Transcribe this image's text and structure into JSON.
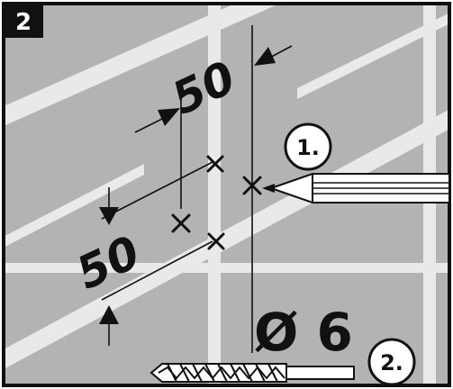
{
  "step_number": "2",
  "dimension_horizontal": "50",
  "dimension_vertical": "50",
  "drill_diameter": "Ø 6",
  "callout_1": "1.",
  "callout_2": "2.",
  "colors": {
    "wall": "#b3b3b3",
    "tile_joint": "#e9e9e9",
    "ink": "#111111",
    "badge": "#111111"
  },
  "icons": [
    "pencil-icon",
    "drill-bit-icon",
    "cross-mark-icon"
  ]
}
